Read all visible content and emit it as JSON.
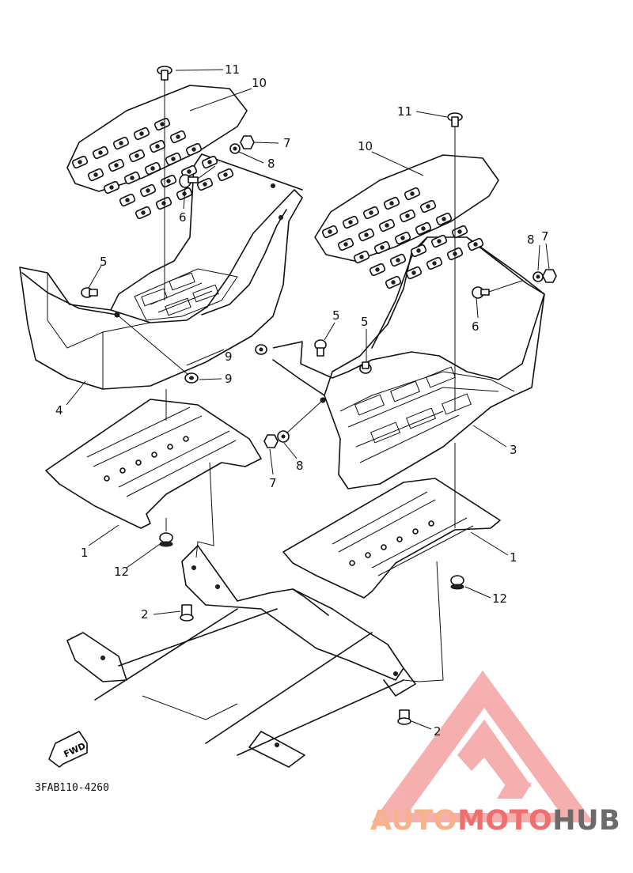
{
  "diagram": {
    "ref_code": "3FAB110-4260",
    "fwd_label": "FWD",
    "labels": [
      {
        "id": "l11a",
        "text": "11"
      },
      {
        "id": "l10a",
        "text": "10"
      },
      {
        "id": "l7a",
        "text": "7"
      },
      {
        "id": "l8a",
        "text": "8"
      },
      {
        "id": "l6a",
        "text": "6"
      },
      {
        "id": "l5a",
        "text": "5"
      },
      {
        "id": "l9a",
        "text": "9"
      },
      {
        "id": "l9b",
        "text": "9"
      },
      {
        "id": "l4",
        "text": "4"
      },
      {
        "id": "l1a",
        "text": "1"
      },
      {
        "id": "l12a",
        "text": "12"
      },
      {
        "id": "l2a",
        "text": "2"
      },
      {
        "id": "l11b",
        "text": "11"
      },
      {
        "id": "l10b",
        "text": "10"
      },
      {
        "id": "l8b",
        "text": "8"
      },
      {
        "id": "l7b",
        "text": "7"
      },
      {
        "id": "l6b",
        "text": "6"
      },
      {
        "id": "l5b",
        "text": "5"
      },
      {
        "id": "l5c",
        "text": "5"
      },
      {
        "id": "l3",
        "text": "3"
      },
      {
        "id": "l8c",
        "text": "8"
      },
      {
        "id": "l7c",
        "text": "7"
      },
      {
        "id": "l1b",
        "text": "1"
      },
      {
        "id": "l12b",
        "text": "12"
      },
      {
        "id": "l2b",
        "text": "2"
      }
    ]
  },
  "watermark": {
    "part1": "AUTO",
    "part2": "MOTO",
    "part3": "HUB",
    "colors": {
      "light": "#f7b28b",
      "red": "#ef6f6f",
      "gray": "#6b6b6b"
    }
  }
}
